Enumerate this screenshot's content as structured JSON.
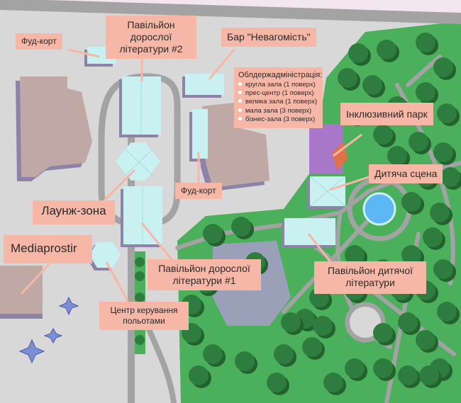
{
  "labels": {
    "food_court_top": "Фуд-корт",
    "pavilion_2": "Павільйон дорослої літератури #2",
    "bar": "Бар \"Невагомість\"",
    "oda_title": "Облдержадміністрація:",
    "oda_items": [
      "кругла зала (1 поверх)",
      "прес-центр (1 поверх)",
      "велика зала (1 поверх)",
      "мала зала (3 поверх)",
      "бізнес-зала (3 поверх)"
    ],
    "inclusive_park": "Інклюзивний парк",
    "kids_stage": "Дитяча сцена",
    "food_court_mid": "Фуд-корт",
    "lounge": "Лаунж-зона",
    "mediaprostir": "Mediaprostir",
    "pavilion_1": "Павільйон дорослої літератури #1",
    "kids_pavilion": "Павільйон дитячої літератури",
    "flight_center": "Центр керування польотами"
  },
  "colors": {
    "background": "#f3e6ee",
    "ground": "#d8d8d8",
    "road": "#a3a3a3",
    "grass": "#4caf5c",
    "tree": "#2e7d3e",
    "tree_shadow": "#23612f",
    "building": "#c0a9a5",
    "building_shadow": "#8e83a6",
    "pavilion": "#c9f1f1",
    "label": "#f7b7a6",
    "inclusive_park": "#a977c9",
    "pond": "#5cb7f2"
  }
}
